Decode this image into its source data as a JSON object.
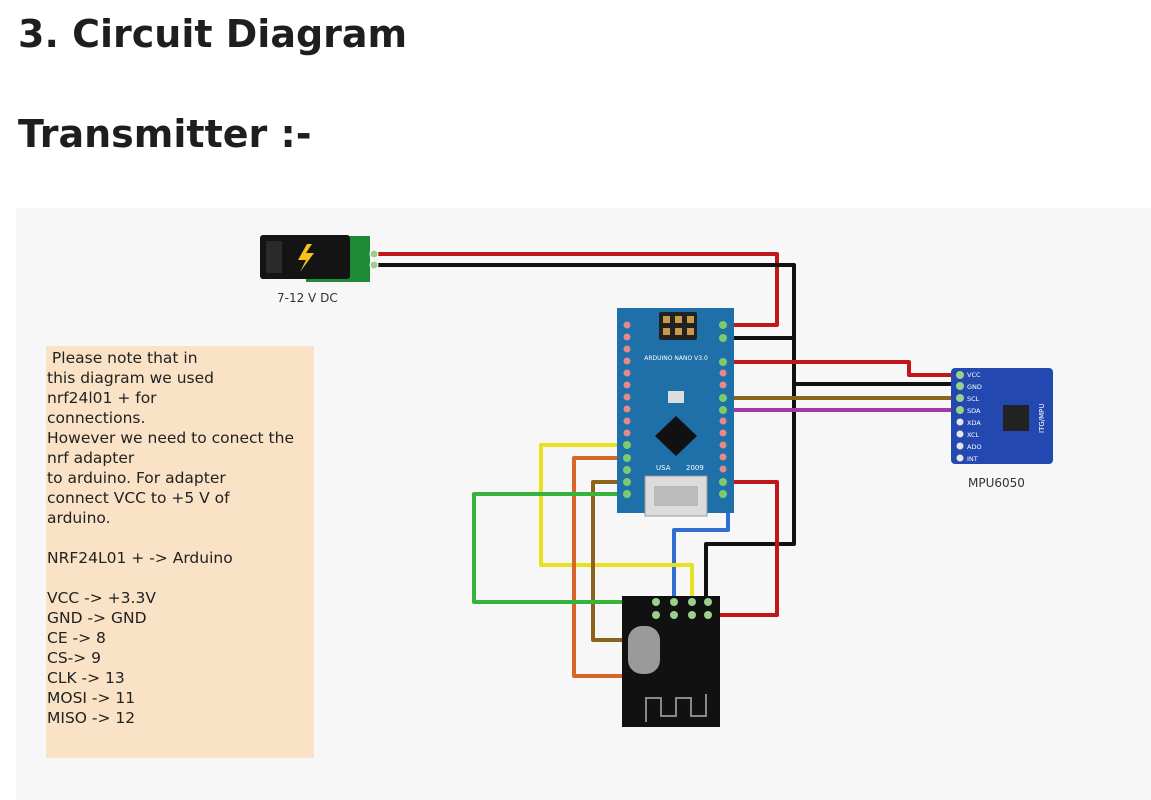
{
  "headings": {
    "section": "3. Circuit Diagram",
    "subsection": "Transmitter :-"
  },
  "note": {
    "lines": [
      " Please note that in",
      "this diagram we used",
      "nrf24l01 + for",
      "connections.",
      "However we need to conect the",
      "nrf adapter",
      "to arduino. For adapter",
      "connect VCC to +5 V of",
      "arduino.",
      "",
      "NRF24L01 + -> Arduino",
      "",
      "VCC -> +3.3V",
      "GND -> GND",
      "CE -> 8",
      "CS-> 9",
      "CLK -> 13",
      "MOSI -> 11",
      "MISO -> 12"
    ]
  },
  "labels": {
    "power": "7-12 V DC",
    "sensor": "MPU6050",
    "nano_text": "ARDUINO NANO V3.0",
    "nano_year": "2009",
    "nano_usa": "USA",
    "mpu_pins": [
      "VCC",
      "GND",
      "SCL",
      "SDA",
      "XDA",
      "XCL",
      "ADO",
      "INT"
    ],
    "mpu_side": "ITG/MPU"
  },
  "wire_colors": {
    "red": "#c0171b",
    "black": "#111111",
    "brown": "#8a6418",
    "purple": "#a23aa6",
    "yellow": "#e8e021",
    "orange": "#d8652a",
    "green": "#35b33a",
    "blue": "#2f6fd0"
  },
  "component_colors": {
    "nano_board": "#1f6fa8",
    "mpu_board": "#2348b0",
    "nrf_board": "#111111",
    "power_board": "#1e8a35"
  }
}
